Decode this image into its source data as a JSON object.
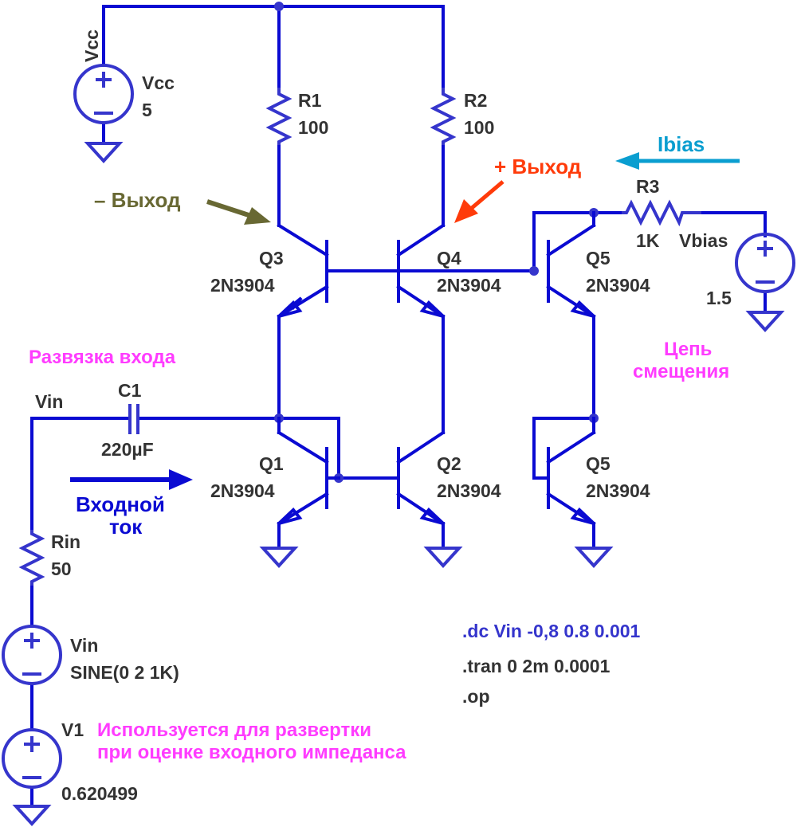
{
  "components": {
    "vcc": {
      "net_label": "Vcc",
      "name": "Vcc",
      "value": "5"
    },
    "r1": {
      "name": "R1",
      "value": "100"
    },
    "r2": {
      "name": "R2",
      "value": "100"
    },
    "r3": {
      "name": "R3",
      "value": "1K"
    },
    "vbias": {
      "name": "Vbias",
      "value": "1.5"
    },
    "q3": {
      "name": "Q3",
      "model": "2N3904"
    },
    "q4": {
      "name": "Q4",
      "model": "2N3904"
    },
    "q5_top": {
      "name": "Q5",
      "model": "2N3904"
    },
    "q1": {
      "name": "Q1",
      "model": "2N3904"
    },
    "q2": {
      "name": "Q2",
      "model": "2N3904"
    },
    "q5_bottom": {
      "name": "Q5",
      "model": "2N3904"
    },
    "c1": {
      "name": "C1",
      "value": "220µF"
    },
    "rin": {
      "name": "Rin",
      "value": "50"
    },
    "vin": {
      "net_label": "Vin",
      "name": "Vin",
      "value": "SINE(0 2 1K)"
    },
    "v1": {
      "name": "V1",
      "value": "0.620499"
    }
  },
  "annotations": {
    "neg_output": "– Выход",
    "pos_output": "+ Выход",
    "ibias": "Ibias",
    "input_decoupling": "Развязка входа",
    "bias_circuit_line1": "Цепь",
    "bias_circuit_line2": "смещения",
    "input_current_line1": "Входной",
    "input_current_line2": "ток",
    "v1_note_line1": "Используется для развертки",
    "v1_note_line2": "при оценке входного импеданса"
  },
  "directives": {
    "dc": ".dc Vin -0,8 0.8 0.001",
    "tran": ".tran 0 2m 0.0001",
    "op": ".op"
  },
  "colors": {
    "wire": "#0a0ad2",
    "symbol": "#3535cc",
    "label": "#333333",
    "pink_note": "#ff3cff",
    "red_note": "#ff3b0a",
    "olive_note": "#686833",
    "cyan_note": "#0a9ed0"
  }
}
